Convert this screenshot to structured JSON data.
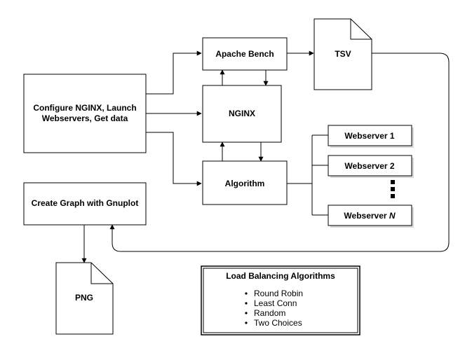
{
  "nodes": {
    "configure": {
      "line1": "Configure NGINX, Launch",
      "line2": "Webservers, Get data"
    },
    "apache_bench": {
      "label": "Apache Bench"
    },
    "nginx": {
      "label": "NGINX"
    },
    "algorithm": {
      "label": "Algorithm"
    },
    "tsv": {
      "label": "TSV"
    },
    "png": {
      "label": "PNG"
    },
    "gnuplot": {
      "label": "Create Graph with Gnuplot"
    },
    "webserver1": {
      "label": "Webserver 1"
    },
    "webserver2": {
      "label": "Webserver 2"
    },
    "webserverN": {
      "prefix": "Webserver ",
      "italic": "N"
    }
  },
  "legend": {
    "title": "Load Balancing Algorithms",
    "items": [
      "Round Robin",
      "Least Conn",
      "Random",
      "Two Choices"
    ]
  }
}
